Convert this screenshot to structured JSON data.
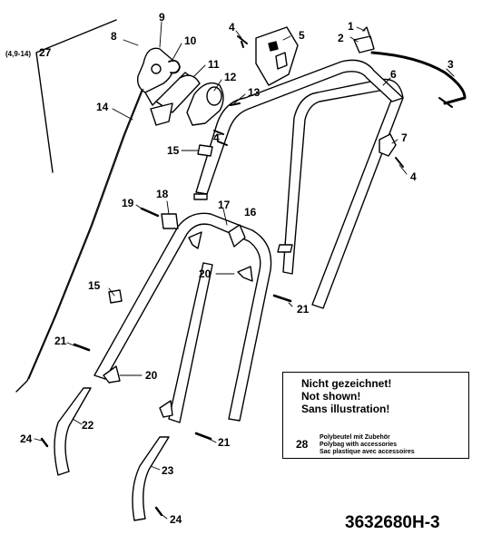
{
  "diagram": {
    "drawing_number": "3632680H-3",
    "group_label": "(4,9-14)",
    "callouts": [
      {
        "id": "c1",
        "label": "1"
      },
      {
        "id": "c2",
        "label": "2"
      },
      {
        "id": "c3",
        "label": "3"
      },
      {
        "id": "c4a",
        "label": "4"
      },
      {
        "id": "c4b",
        "label": "4"
      },
      {
        "id": "c4c",
        "label": "4"
      },
      {
        "id": "c5",
        "label": "5"
      },
      {
        "id": "c6",
        "label": "6"
      },
      {
        "id": "c7",
        "label": "7"
      },
      {
        "id": "c8",
        "label": "8"
      },
      {
        "id": "c9",
        "label": "9"
      },
      {
        "id": "c10",
        "label": "10"
      },
      {
        "id": "c11",
        "label": "11"
      },
      {
        "id": "c12",
        "label": "12"
      },
      {
        "id": "c13",
        "label": "13"
      },
      {
        "id": "c14",
        "label": "14"
      },
      {
        "id": "c15a",
        "label": "15"
      },
      {
        "id": "c15b",
        "label": "15"
      },
      {
        "id": "c16",
        "label": "16"
      },
      {
        "id": "c17",
        "label": "17"
      },
      {
        "id": "c18",
        "label": "18"
      },
      {
        "id": "c19",
        "label": "19"
      },
      {
        "id": "c20a",
        "label": "20"
      },
      {
        "id": "c20b",
        "label": "20"
      },
      {
        "id": "c21a",
        "label": "21"
      },
      {
        "id": "c21b",
        "label": "21"
      },
      {
        "id": "c21c",
        "label": "21"
      },
      {
        "id": "c22",
        "label": "22"
      },
      {
        "id": "c23",
        "label": "23"
      },
      {
        "id": "c24a",
        "label": "24"
      },
      {
        "id": "c24b",
        "label": "24"
      },
      {
        "id": "c27",
        "label": "27"
      }
    ],
    "note_box": {
      "lines": [
        "Nicht gezeichnet!",
        "Not shown!",
        "Sans illustration!"
      ],
      "accessory_number": "28",
      "accessory_lines": [
        "Polybeutel mit Zubehör",
        "Polybag with accessories",
        "Sac plastique avec accessoires"
      ]
    }
  }
}
